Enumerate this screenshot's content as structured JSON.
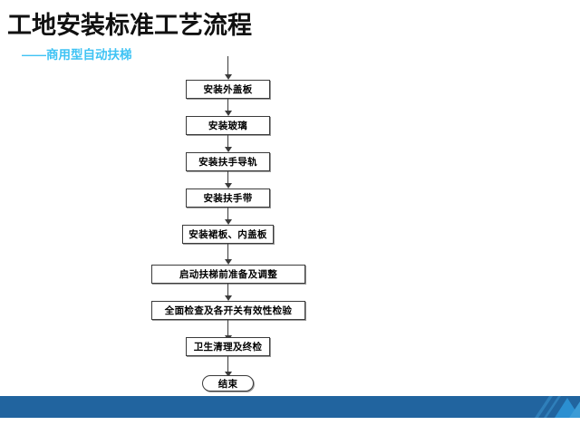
{
  "slide": {
    "title": "工地安装标准工艺流程",
    "subtitle": "——商用型自动扶梯",
    "accent_color": "#3fc3f4",
    "footer_bar_color": "#21649f",
    "footer_deco_color": "#2b8fd1",
    "background_color": "#ffffff"
  },
  "flow": {
    "entry_arrow": true,
    "nodes": [
      {
        "id": "n1",
        "label": "安装外盖板",
        "shape": "rect",
        "width": "narrow"
      },
      {
        "id": "n2",
        "label": "安装玻璃",
        "shape": "rect",
        "width": "narrow"
      },
      {
        "id": "n3",
        "label": "安装扶手导轨",
        "shape": "rect",
        "width": "narrow"
      },
      {
        "id": "n4",
        "label": "安装扶手带",
        "shape": "rect",
        "width": "narrow"
      },
      {
        "id": "n5",
        "label": "安装裙板、内盖板",
        "shape": "rect",
        "width": "narrow"
      },
      {
        "id": "n6",
        "label": "启动扶梯前准备及调整",
        "shape": "rect",
        "width": "wide"
      },
      {
        "id": "n7",
        "label": "全面检查及各开关有效性检验",
        "shape": "rect",
        "width": "wide"
      },
      {
        "id": "n8",
        "label": "卫生清理及终检",
        "shape": "rect",
        "width": "narrow"
      },
      {
        "id": "n9",
        "label": "结束",
        "shape": "terminator",
        "width": "small"
      }
    ]
  }
}
